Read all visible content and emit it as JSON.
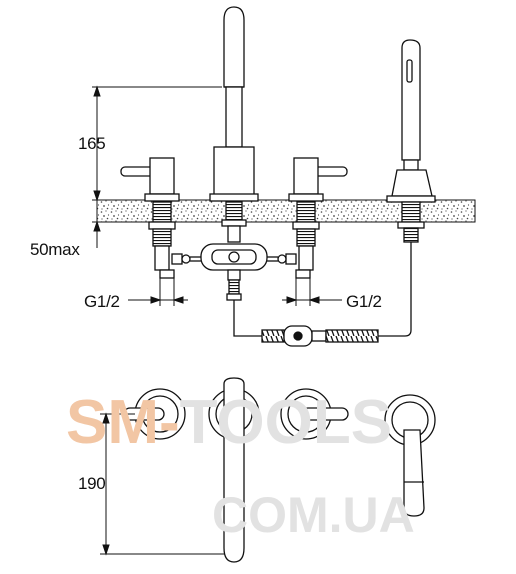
{
  "dimensions": {
    "height_top": "165",
    "deck_max": "50max",
    "thread_left": "G1/2",
    "thread_right": "G1/2",
    "height_bottom": "190"
  },
  "watermark": {
    "line1_brand": "SM-",
    "line1_rest": "TOOLS",
    "line2": "COM.UA",
    "brand_color": "#f2c6a4",
    "rest_color": "#e2e2e2"
  }
}
